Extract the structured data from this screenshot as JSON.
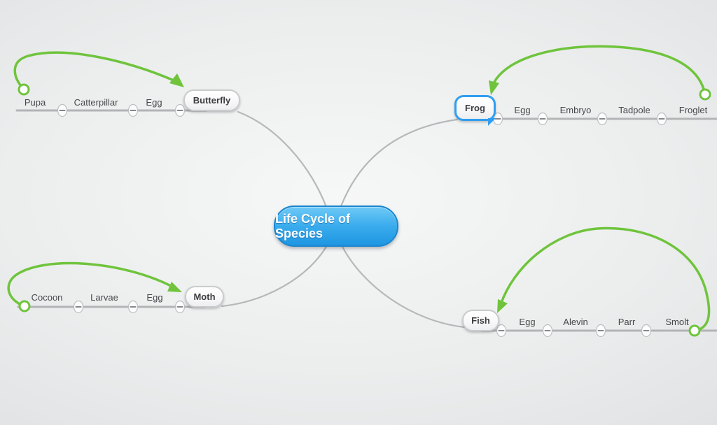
{
  "root": {
    "label": "Life Cycle of Species"
  },
  "branches": [
    {
      "name": "butterfly",
      "label": "Butterfly",
      "side": "left",
      "selected": false,
      "stages": [
        "Pupa",
        "Catterpillar",
        "Egg"
      ]
    },
    {
      "name": "frog",
      "label": "Frog",
      "side": "right",
      "selected": true,
      "stages": [
        "Egg",
        "Embryo",
        "Tadpole",
        "Froglet"
      ]
    },
    {
      "name": "moth",
      "label": "Moth",
      "side": "left",
      "selected": false,
      "stages": [
        "Cocoon",
        "Larvae",
        "Egg"
      ]
    },
    {
      "name": "fish",
      "label": "Fish",
      "side": "right",
      "selected": false,
      "stages": [
        "Egg",
        "Alevin",
        "Parr",
        "Smolt"
      ]
    }
  ],
  "icons": {
    "collapse": "minus-icon",
    "arrow_endpoint": "circle-handle-icon",
    "arrowhead": "triangle-arrowhead-icon"
  },
  "colors": {
    "arrow_green": "#6fc43c",
    "line_gray": "#b2b4b6",
    "selected_blue": "#2f9ef0",
    "root_blue_top": "#6ec9f6",
    "root_blue_bottom": "#1e96e2",
    "root_border": "#1a86cd",
    "node_border": "#c9cbcd",
    "node_text": "#3c3c40",
    "stage_text": "#48484c"
  }
}
